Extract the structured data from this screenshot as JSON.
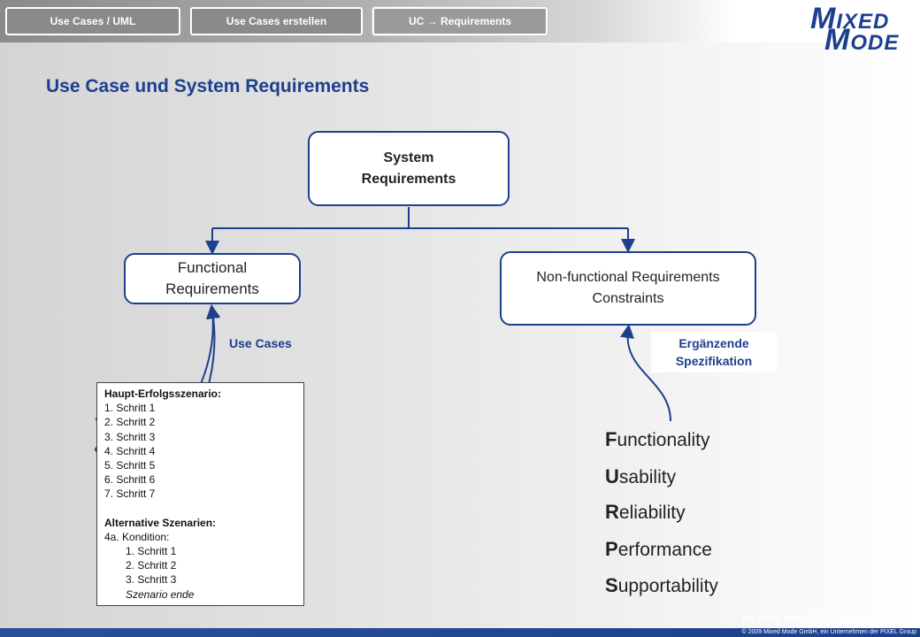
{
  "tabs": [
    {
      "label": "Use Cases  / UML",
      "active": false
    },
    {
      "label": "Use Cases erstellen",
      "active": false
    },
    {
      "label": "UC → Requirements",
      "active": true
    }
  ],
  "logo": {
    "line1_first": "M",
    "line1_rest": "IXED",
    "line2_first": "M",
    "line2_rest": "ODE"
  },
  "title": "Use Case und System Requirements",
  "diagram": {
    "system_requirements": "System\nRequirements",
    "functional_requirements": "Functional\nRequirements",
    "nonfunctional_requirements": "Non-functional Requirements\nConstraints",
    "use_cases_label": "Use Cases",
    "supplementary_label": "Ergänzende\nSpezifikation"
  },
  "scenario": {
    "main_heading": "Haupt-Erfolgsszenario:",
    "main_steps": [
      "1. Schritt 1",
      "2. Schritt 2",
      "3. Schritt 3",
      "4. Schritt 4",
      "5. Schritt 5",
      "6. Schritt 6",
      "7. Schritt 7"
    ],
    "alt_heading": "Alternative Szenarien:",
    "alt_condition": "4a. Kondition:",
    "alt_steps": [
      "1. Schritt 1",
      "2. Schritt 2",
      "3. Schritt 3"
    ],
    "alt_end": "Szenario ende"
  },
  "furps": [
    {
      "first": "F",
      "rest": "unctionality"
    },
    {
      "first": "U",
      "rest": "sability"
    },
    {
      "first": "R",
      "rest": "eliability"
    },
    {
      "first": "P",
      "rest": "erformance"
    },
    {
      "first": "S",
      "rest": "upportability"
    }
  ],
  "footer": {
    "tagline": "technik.mensch.leidenschaft",
    "copyright": "© 2009 Mixed Mode GmbH, ein Unternehmen der PIXEL Group"
  },
  "colors": {
    "accent": "#1c3f8e",
    "tab_gray": "#8a8a8a"
  }
}
